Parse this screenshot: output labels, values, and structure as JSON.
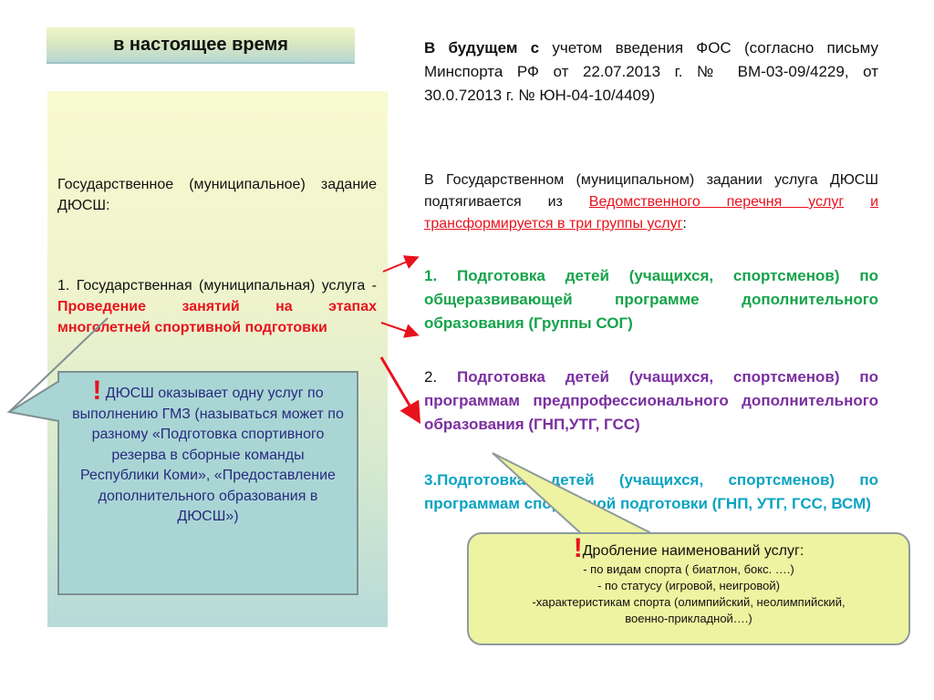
{
  "header": {
    "title": "в настоящее время"
  },
  "left": {
    "para1": "Государственное (муниципальное) задание ДЮСШ:",
    "para2_prefix": "1. Государственная (муниципальная) услуга - ",
    "para2_highlight": "Проведение занятий на этапах многолетней спортивной подготовки"
  },
  "left_callout": {
    "mark": "!",
    "text": " ДЮСШ оказывает одну услуг по выполнению ГМЗ (называться может по разному «Подготовка спортивного резерва в сборные команды Республики Коми», «Предоставление дополнительного образования в ДЮСШ»)"
  },
  "right": {
    "intro_bold": "В будущем с",
    "intro_rest": " учетом введения ФОС (согласно письму Минспорта РФ от 22.07.2013 г. № ВМ-03-09/4229, от 30.0.72013 г. № ЮН-04-10/4409)",
    "para2_start": "В Государственном (муниципальном) задании услуга ДЮСШ подтягивается из ",
    "para2_link1": "Ведомственного перечня услуг",
    "para2_link2": "и трансформируется в три группы услуг",
    "para2_end": ":",
    "group1": "1. Подготовка детей (учащихся, спортсменов) по общеразвивающей программе дополнительного образования (Группы СОГ)",
    "group2_num": "2. ",
    "group2": "Подготовка детей (учащихся, спортсменов) по программам предпрофессионального дополнительного образования (ГНП,УТГ, ГСС)",
    "group3": "3.Подготовка детей (учащихся, спортсменов) по программам спортивной подготовки (ГНП, УТГ, ГСС, ВСМ)"
  },
  "right_callout": {
    "mark": "!",
    "title": "Дробление наименований услуг:",
    "line1": "-   по видам спорта   ( биатлон, бокс. ….)",
    "line2": "- по статусу (игровой, неигровой)",
    "line3": "-характеристикам спорта (олимпийский, неолимпийский,",
    "line4": "военно-прикладной….)"
  },
  "colors": {
    "red": "#e8121d",
    "green": "#16a34a",
    "purple": "#7b2fa0",
    "cyan": "#0aa3c2",
    "left_callout_bg": "#a9d6d5",
    "right_callout_bg": "#edf3a0"
  }
}
